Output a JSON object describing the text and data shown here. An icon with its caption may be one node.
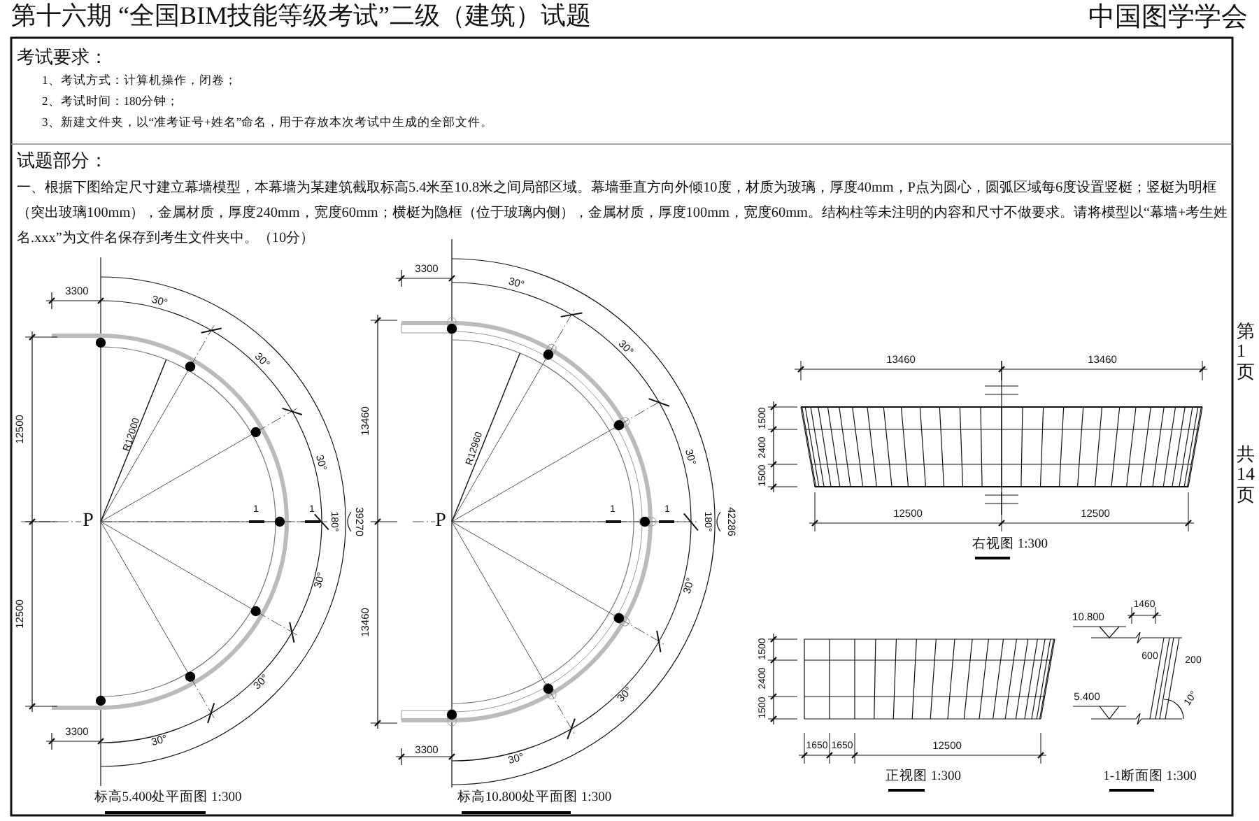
{
  "diagram": {
    "title": "第十六期 “全国BIM技能等级考试”二级（建筑）试题",
    "labels": [
      "中国图学学会",
      "考试要求：",
      "1、考试方式：计算机操作，闭卷；",
      "2、考试时间：180分钟；",
      "3、新建文件夹，以“准考证号+姓名”命名，用于存放本次考试中生成的全部文件。",
      "试题部分：",
      "一、根据下图给定尺寸建立幕墙模型，本幕墙为某建筑截取标高5.4米至10.8米之间局部区域。幕墙垂直方向外倾10度，材质为玻璃，厚度40mm，P点为圆心，圆弧区域每6度设置竖梃；竖梃为明框（突出玻璃100mm），金属材质，厚度240mm，宽度60mm；横梃为隐框（位于玻璃内侧），金属材质，厚度100mm，宽度60mm。结构柱等未注明的内容和尺寸不做要求。请将模型以“幕墙+考生姓名.xxx”为文件名保存到考生文件夹中。（10分）",
      "3300",
      "30°",
      "30°",
      "30°",
      "12500",
      "R12000",
      "P",
      "1",
      "1",
      "180°",
      "39270",
      "30°",
      "12500",
      "30°",
      "30°",
      "3300",
      "标高5.400处平面图 1:300",
      "3300",
      "30°",
      "30°",
      "13460",
      "R12960",
      "P",
      "30°",
      "1",
      "1",
      "180°",
      "42286",
      "30°",
      "13460",
      "30°",
      "30°",
      "3300",
      "标高10.800处平面图 1:300",
      "13460",
      "13460",
      "1500",
      "2400",
      "1500",
      "12500",
      "12500",
      "右视图 1:300",
      "1500",
      "2400",
      "1500",
      "1650",
      "1650",
      "12500",
      "正视图 1:300",
      "10.800",
      "1460",
      "600",
      "200",
      "5.400",
      "10°",
      "1-1断面图 1:300",
      "第1页",
      "共14页"
    ]
  }
}
